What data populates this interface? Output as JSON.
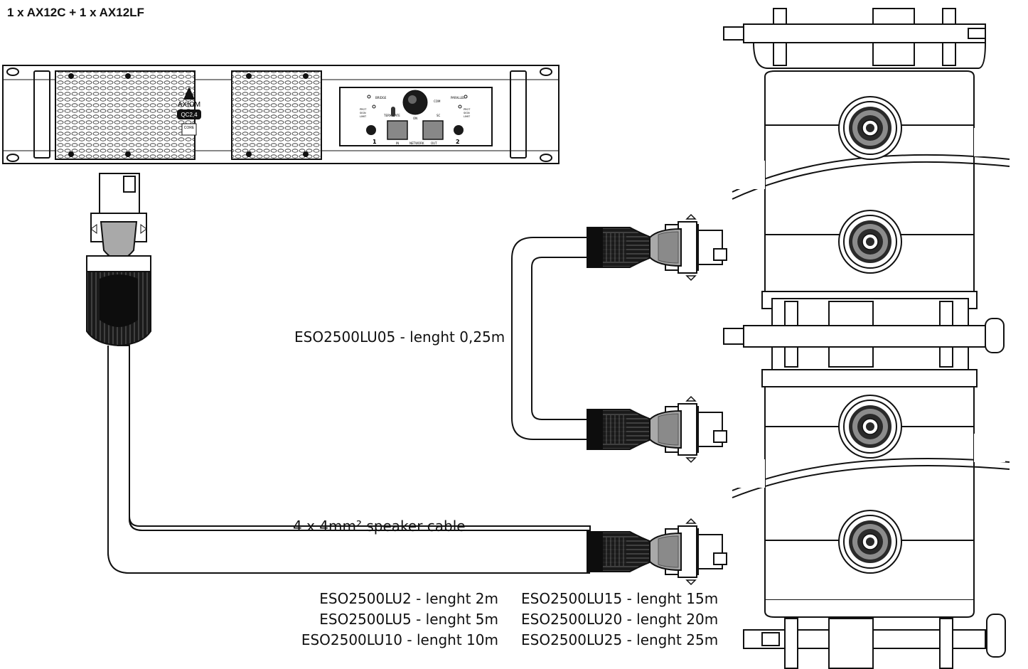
{
  "title": "1 x AX12C + 1 x AX12LF",
  "amplifier": {
    "brand": "AXIOM",
    "model": "QC2,4",
    "core_badge": "CORE",
    "panel": {
      "bridge": "BRIDGE",
      "parallel": "PARALLEL",
      "terminate": "TERMINATE",
      "com": "COM",
      "on": "ON",
      "sc": "SC",
      "prot": "PROT",
      "sign": "SIGN",
      "limit": "LIMIT",
      "network": "NETWORK",
      "in": "IN",
      "out": "OUT",
      "ch1": "1",
      "ch2": "2"
    }
  },
  "labels": {
    "short_cable": "ESO2500LU05 - lenght 0,25m",
    "speaker_cable": "4 x 4mm² speaker cable",
    "lengths_left": [
      "ESO2500LU2 - lenght 2m",
      "ESO2500LU5 - lenght 5m",
      "ESO2500LU10 - lenght 10m"
    ],
    "lengths_right": [
      "ESO2500LU15 - lenght 15m",
      "ESO2500LU20 - lenght 20m",
      "ESO2500LU25 - lenght 25m"
    ]
  },
  "colors": {
    "line": "#111111",
    "cable_fill": "#ffffff",
    "connector_dark": "#2a2a2a",
    "connector_grey": "#9a9a9a",
    "socket_grey": "#8c8c8c"
  }
}
